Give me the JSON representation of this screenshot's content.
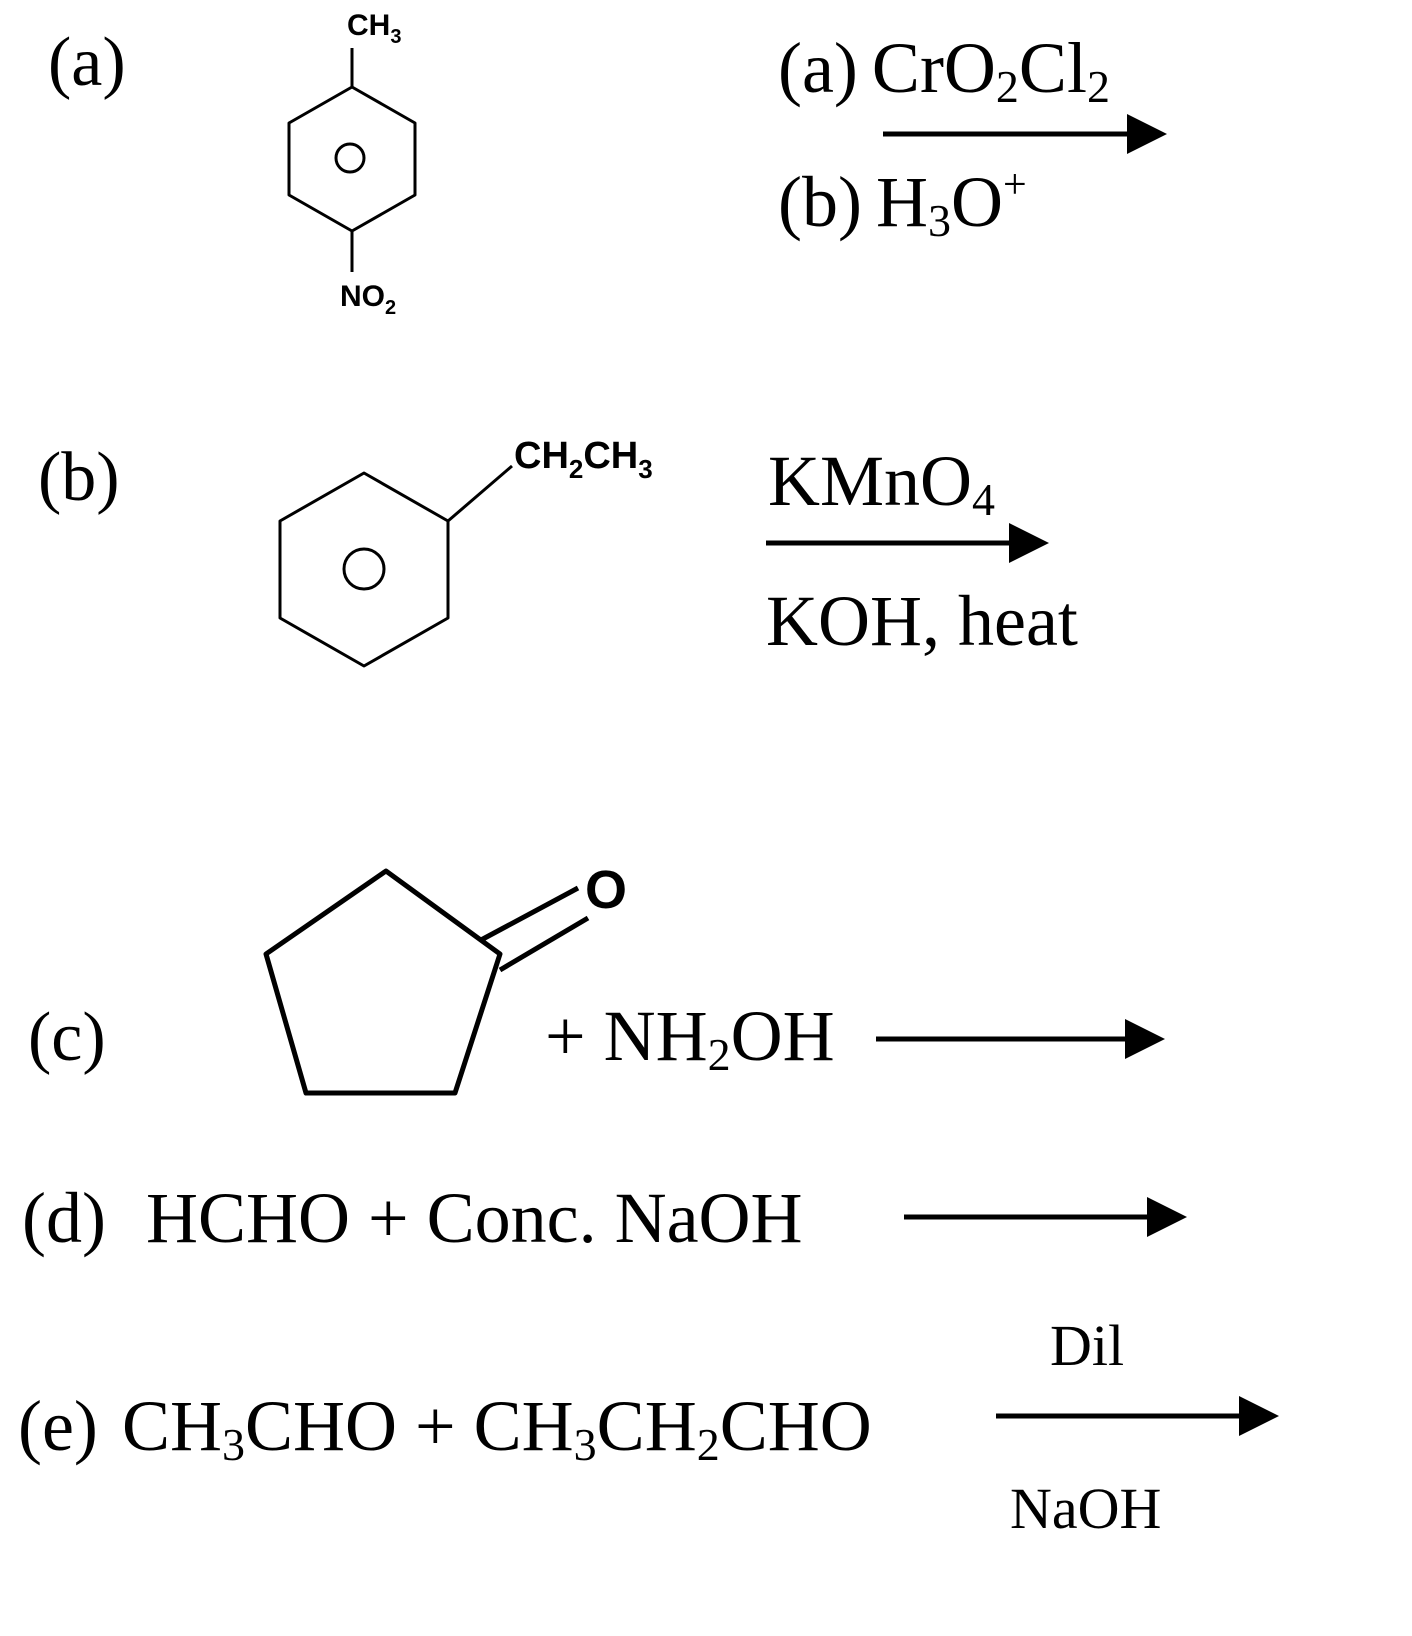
{
  "reactions": [
    {
      "label": "(a)",
      "molecule": {
        "top_group": "CH",
        "top_sub": "3",
        "bottom_group": "NO",
        "bottom_sub": "2"
      },
      "reagent_1": {
        "label": "(a)",
        "p1": "CrO",
        "s1": "2",
        "p2": "Cl",
        "s2": "2"
      },
      "reagent_2": {
        "label": "(b)",
        "p1": "H",
        "s1": "3",
        "p2": "O",
        "sup": "+"
      }
    },
    {
      "label": "(b)",
      "molecule": {
        "p1": "CH",
        "s1": "2",
        "p2": "CH",
        "s2": "3"
      },
      "reagent_above": {
        "text": "KMnO",
        "sub": "4"
      },
      "reagent_below": "KOH, heat"
    },
    {
      "label": "(c)",
      "molecule": {
        "oxygen": "O"
      },
      "reagent": {
        "p1": "+ NH",
        "s1": "2",
        "p2": "OH"
      }
    },
    {
      "label": "(d)",
      "equation": "HCHO + Conc. NaOH"
    },
    {
      "label": "(e)",
      "equation": {
        "p1": "CH",
        "s1": "3",
        "p2": "CHO + CH",
        "s2": "3",
        "p3": "CH",
        "s3": "2",
        "p4": "CHO"
      },
      "reagent_above": "Dil",
      "reagent_below": "NaOH"
    }
  ]
}
